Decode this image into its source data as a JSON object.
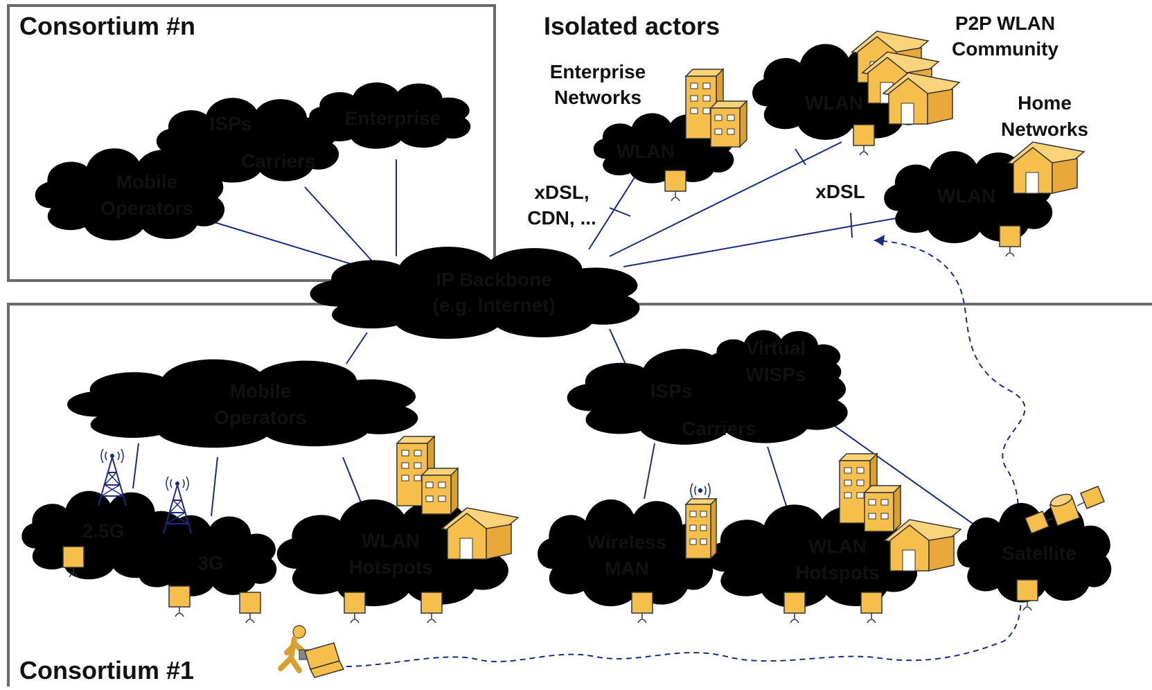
{
  "consortium_n": {
    "title": "Consortium #n"
  },
  "consortium_1": {
    "title": "Consortium #1"
  },
  "isolated": {
    "title": "Isolated actors"
  },
  "clouds": {
    "mobile_operators_top": [
      "Mobile",
      "Operators"
    ],
    "isps_top": "ISPs",
    "carriers_top": "Carriers",
    "enterprise_top": "Enterprise",
    "backbone": [
      "IP Backbone",
      "(e.g. Internet)"
    ],
    "mobile_operators_bottom": [
      "Mobile",
      "Operators"
    ],
    "isps_bottom": "ISPs",
    "carriers_bottom": "Carriers",
    "virtual_wisps": [
      "Virtual",
      "WISPs"
    ],
    "g25": "2.5G",
    "g3": "3G",
    "wlan_hotspots_1": [
      "WLAN",
      "Hotspots"
    ],
    "wireless_man": [
      "Wireless",
      "MAN"
    ],
    "wlan_hotspots_2": [
      "WLAN",
      "Hotspots"
    ],
    "satellite": "Satellite",
    "wlan_enterprise": "WLAN",
    "wlan_p2p": "WLAN",
    "wlan_home": "WLAN"
  },
  "labels": {
    "enterprise_networks": [
      "Enterprise",
      "Networks"
    ],
    "p2p_wlan": [
      "P2P WLAN",
      "Community"
    ],
    "home_networks": [
      "Home",
      "Networks"
    ],
    "xdsl_cdn": [
      "xDSL,",
      "CDN, ..."
    ],
    "xdsl": "xDSL"
  },
  "colors": {
    "cloud_fill": "#d6d6d6",
    "link": "#1a2a80",
    "building": "#f6be4a",
    "frame": "#6a6a6a"
  },
  "icons": [
    "cloud-icon",
    "building-icon",
    "house-icon",
    "access-point-icon",
    "cell-tower-icon",
    "satellite-icon",
    "mobile-user-icon"
  ]
}
